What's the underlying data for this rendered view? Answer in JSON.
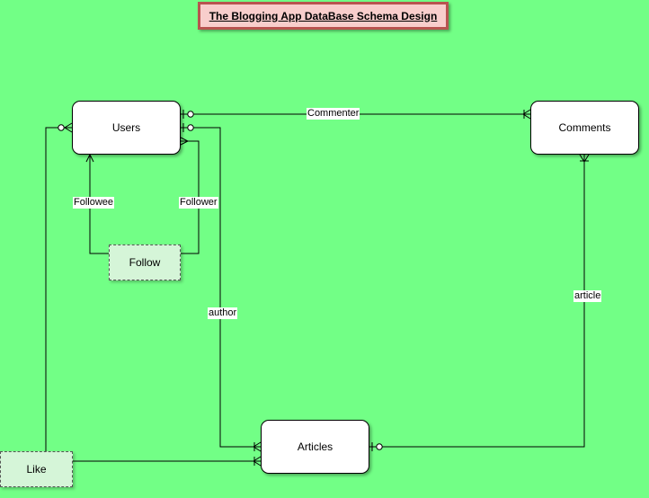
{
  "title": "The Blogging App DataBase Schema Design",
  "entities": {
    "users": "Users",
    "comments": "Comments",
    "articles": "Articles",
    "follow": "Follow",
    "like": "Like"
  },
  "relationships": {
    "commenter": "Commenter",
    "followee": "Followee",
    "follower": "Follower",
    "author": "author",
    "article": "article"
  },
  "colors": {
    "background": "#72ff86",
    "title_fill": "#f8cecc",
    "title_border": "#b85450",
    "weak_fill": "#d5f5d8"
  }
}
